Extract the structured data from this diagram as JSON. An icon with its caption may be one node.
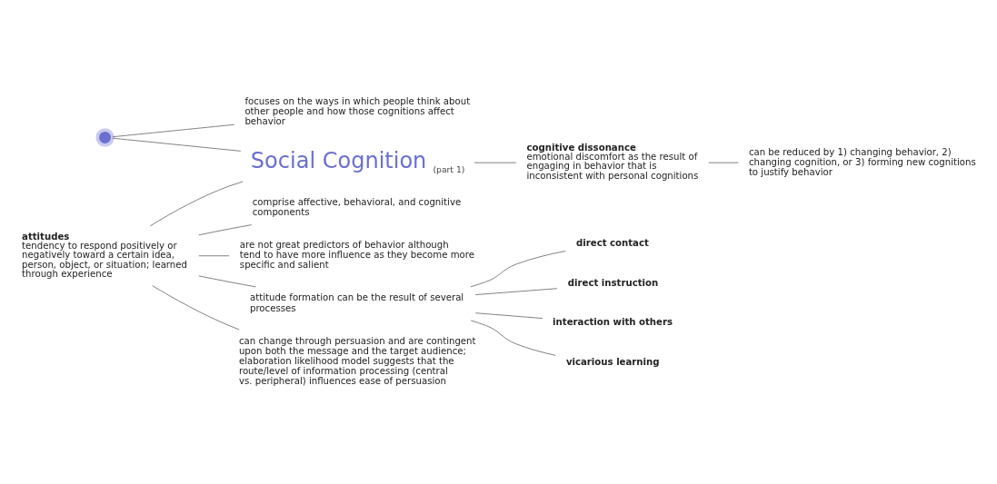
{
  "diagram": {
    "nodes": [
      {
        "text": [],
        "shape": "circle"
      },
      {
        "text": [
          "focuses on the ways in which people think about other people and how those cognitions affect behavior"
        ]
      },
      {
        "text": [
          "attitudes",
          "tendency to respond positively or negatively toward a certain idea, person, object, or situation; learned through experience"
        ]
      },
      {
        "text": [
          "comprise affective, behavioral, and cognitive components"
        ]
      },
      {
        "text": [
          "are not great predictors of behavior although tend to have more influence as they become more specific and salient"
        ]
      },
      {
        "text": [
          "attitude formation can be the result of several processes"
        ]
      },
      {
        "text": [
          "can change through persuasion and are contingent upon both the message and the target audience; elaboration likelihood model suggests that the route/level of information processing (central vs. peripheral) influences ease of persuasion"
        ]
      },
      {
        "text": [
          "direct contact"
        ]
      },
      {
        "text": [
          "direct instruction"
        ]
      },
      {
        "text": [
          "interaction with others"
        ]
      },
      {
        "text": [
          "vicarious learning"
        ]
      },
      {
        "text": [
          "Social Cognition"
        ],
        "beside": [
          "(part 1)"
        ]
      },
      {
        "text": [
          "cognitive dissonance",
          "emotional discomfort as the result of engaging in behavior that is inconsistent with personal cognitions"
        ]
      },
      {
        "text": [
          "can be reduced by 1) changing behavior, 2) changing cognition, or 3) forming new cognitions to justify behavior"
        ]
      }
    ],
    "edges": [
      {
        "from": 0,
        "to": 1,
        "arrow": "none"
      },
      {
        "from": 0,
        "to": 11,
        "arrow": "none"
      },
      {
        "from": 2,
        "to": 11,
        "arrow": "none"
      },
      {
        "from": 2,
        "to": 3,
        "arrow": "none"
      },
      {
        "from": 2,
        "to": 4,
        "arrow": "none"
      },
      {
        "from": 2,
        "to": 5,
        "arrow": "none"
      },
      {
        "from": 2,
        "to": 6,
        "arrow": "none"
      },
      {
        "from": 5,
        "to": 7,
        "arrow": "none"
      },
      {
        "from": 5,
        "to": 8,
        "arrow": "none"
      },
      {
        "from": 5,
        "to": 9,
        "arrow": "none"
      },
      {
        "from": 5,
        "to": 10,
        "arrow": "none"
      },
      {
        "from": 11,
        "to": 12,
        "arrow": "none"
      },
      {
        "from": 12,
        "to": 13,
        "arrow": "none"
      }
    ]
  }
}
